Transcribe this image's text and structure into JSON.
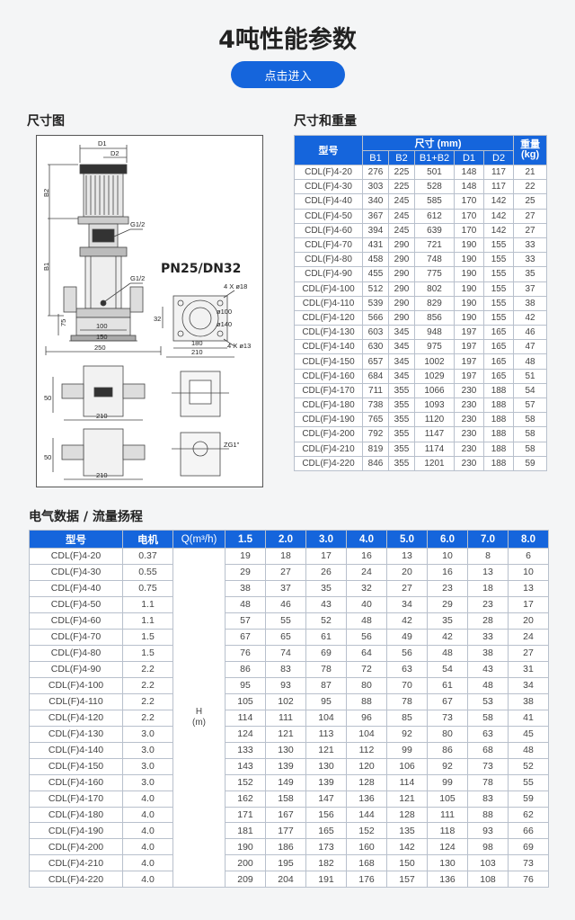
{
  "page": {
    "title": "4吨性能参数",
    "enter_button": "点击进入"
  },
  "sections": {
    "dimension_drawing": "尺寸图",
    "size_weight": "尺寸和重量",
    "electrical": "电气数据 / 流量扬程"
  },
  "drawing": {
    "pn_label": "PN25/DN32",
    "labels": {
      "d1": "D1",
      "d2": "D2",
      "b1": "B1",
      "b2": "B2",
      "g12_top": "G1/2",
      "g12_mid": "G1/2",
      "d75": "75",
      "d100": "100",
      "d150": "150",
      "d250": "250",
      "d50_a": "50",
      "d210_a": "210",
      "d50_b": "50",
      "d210_b": "210",
      "d4x18": "4 X ø18",
      "d32": "32",
      "d100c": "ø100",
      "d140": "ø140",
      "d180": "180",
      "d210c": "210",
      "d4x13": "4 X ø13",
      "zg": "ZG1\""
    }
  },
  "weight_table": {
    "header_model": "型号",
    "header_size": "尺寸 (mm)",
    "header_weight": "重量\n(kg)",
    "columns": [
      "B1",
      "B2",
      "B1+B2",
      "D1",
      "D2"
    ],
    "rows": [
      [
        "CDL(F)4-20",
        "276",
        "225",
        "501",
        "148",
        "117",
        "21"
      ],
      [
        "CDL(F)4-30",
        "303",
        "225",
        "528",
        "148",
        "117",
        "22"
      ],
      [
        "CDL(F)4-40",
        "340",
        "245",
        "585",
        "170",
        "142",
        "25"
      ],
      [
        "CDL(F)4-50",
        "367",
        "245",
        "612",
        "170",
        "142",
        "27"
      ],
      [
        "CDL(F)4-60",
        "394",
        "245",
        "639",
        "170",
        "142",
        "27"
      ],
      [
        "CDL(F)4-70",
        "431",
        "290",
        "721",
        "190",
        "155",
        "33"
      ],
      [
        "CDL(F)4-80",
        "458",
        "290",
        "748",
        "190",
        "155",
        "33"
      ],
      [
        "CDL(F)4-90",
        "455",
        "290",
        "775",
        "190",
        "155",
        "35"
      ],
      [
        "CDL(F)4-100",
        "512",
        "290",
        "802",
        "190",
        "155",
        "37"
      ],
      [
        "CDL(F)4-110",
        "539",
        "290",
        "829",
        "190",
        "155",
        "38"
      ],
      [
        "CDL(F)4-120",
        "566",
        "290",
        "856",
        "190",
        "155",
        "42"
      ],
      [
        "CDL(F)4-130",
        "603",
        "345",
        "948",
        "197",
        "165",
        "46"
      ],
      [
        "CDL(F)4-140",
        "630",
        "345",
        "975",
        "197",
        "165",
        "47"
      ],
      [
        "CDL(F)4-150",
        "657",
        "345",
        "1002",
        "197",
        "165",
        "48"
      ],
      [
        "CDL(F)4-160",
        "684",
        "345",
        "1029",
        "197",
        "165",
        "51"
      ],
      [
        "CDL(F)4-170",
        "711",
        "355",
        "1066",
        "230",
        "188",
        "54"
      ],
      [
        "CDL(F)4-180",
        "738",
        "355",
        "1093",
        "230",
        "188",
        "57"
      ],
      [
        "CDL(F)4-190",
        "765",
        "355",
        "1120",
        "230",
        "188",
        "58"
      ],
      [
        "CDL(F)4-200",
        "792",
        "355",
        "1147",
        "230",
        "188",
        "58"
      ],
      [
        "CDL(F)4-210",
        "819",
        "355",
        "1174",
        "230",
        "188",
        "58"
      ],
      [
        "CDL(F)4-220",
        "846",
        "355",
        "1201",
        "230",
        "188",
        "59"
      ]
    ]
  },
  "perf_table": {
    "header_model": "型号",
    "header_motor": "电机",
    "header_q": "Q(m³/h)",
    "flows": [
      "1.5",
      "2.0",
      "3.0",
      "4.0",
      "5.0",
      "6.0",
      "7.0",
      "8.0"
    ],
    "h_label": "H\n(m)",
    "rows": [
      [
        "CDL(F)4-20",
        "0.37",
        "19",
        "18",
        "17",
        "16",
        "13",
        "10",
        "8",
        "6"
      ],
      [
        "CDL(F)4-30",
        "0.55",
        "29",
        "27",
        "26",
        "24",
        "20",
        "16",
        "13",
        "10"
      ],
      [
        "CDL(F)4-40",
        "0.75",
        "38",
        "37",
        "35",
        "32",
        "27",
        "23",
        "18",
        "13"
      ],
      [
        "CDL(F)4-50",
        "1.1",
        "48",
        "46",
        "43",
        "40",
        "34",
        "29",
        "23",
        "17"
      ],
      [
        "CDL(F)4-60",
        "1.1",
        "57",
        "55",
        "52",
        "48",
        "42",
        "35",
        "28",
        "20"
      ],
      [
        "CDL(F)4-70",
        "1.5",
        "67",
        "65",
        "61",
        "56",
        "49",
        "42",
        "33",
        "24"
      ],
      [
        "CDL(F)4-80",
        "1.5",
        "76",
        "74",
        "69",
        "64",
        "56",
        "48",
        "38",
        "27"
      ],
      [
        "CDL(F)4-90",
        "2.2",
        "86",
        "83",
        "78",
        "72",
        "63",
        "54",
        "43",
        "31"
      ],
      [
        "CDL(F)4-100",
        "2.2",
        "95",
        "93",
        "87",
        "80",
        "70",
        "61",
        "48",
        "34"
      ],
      [
        "CDL(F)4-110",
        "2.2",
        "105",
        "102",
        "95",
        "88",
        "78",
        "67",
        "53",
        "38"
      ],
      [
        "CDL(F)4-120",
        "2.2",
        "114",
        "111",
        "104",
        "96",
        "85",
        "73",
        "58",
        "41"
      ],
      [
        "CDL(F)4-130",
        "3.0",
        "124",
        "121",
        "113",
        "104",
        "92",
        "80",
        "63",
        "45"
      ],
      [
        "CDL(F)4-140",
        "3.0",
        "133",
        "130",
        "121",
        "112",
        "99",
        "86",
        "68",
        "48"
      ],
      [
        "CDL(F)4-150",
        "3.0",
        "143",
        "139",
        "130",
        "120",
        "106",
        "92",
        "73",
        "52"
      ],
      [
        "CDL(F)4-160",
        "3.0",
        "152",
        "149",
        "139",
        "128",
        "114",
        "99",
        "78",
        "55"
      ],
      [
        "CDL(F)4-170",
        "4.0",
        "162",
        "158",
        "147",
        "136",
        "121",
        "105",
        "83",
        "59"
      ],
      [
        "CDL(F)4-180",
        "4.0",
        "171",
        "167",
        "156",
        "144",
        "128",
        "111",
        "88",
        "62"
      ],
      [
        "CDL(F)4-190",
        "4.0",
        "181",
        "177",
        "165",
        "152",
        "135",
        "118",
        "93",
        "66"
      ],
      [
        "CDL(F)4-200",
        "4.0",
        "190",
        "186",
        "173",
        "160",
        "142",
        "124",
        "98",
        "69"
      ],
      [
        "CDL(F)4-210",
        "4.0",
        "200",
        "195",
        "182",
        "168",
        "150",
        "130",
        "103",
        "73"
      ],
      [
        "CDL(F)4-220",
        "4.0",
        "209",
        "204",
        "191",
        "176",
        "157",
        "136",
        "108",
        "76"
      ]
    ]
  }
}
